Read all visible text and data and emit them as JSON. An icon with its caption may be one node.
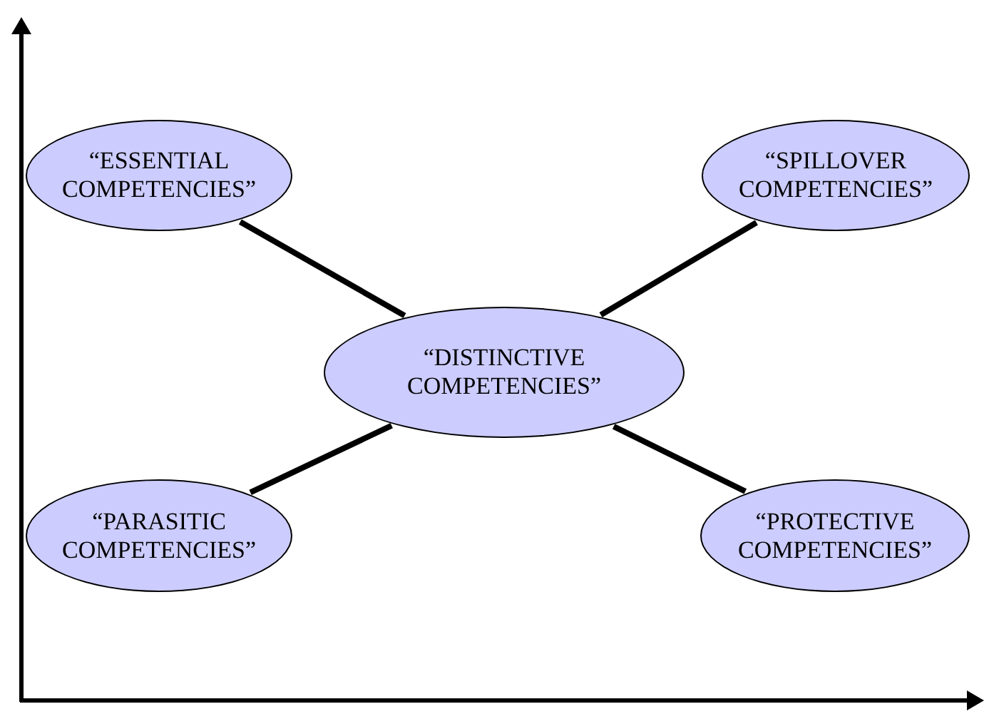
{
  "diagram": {
    "nodes": [
      {
        "text": [
          "“ESSENTIAL COMPETENCIES”"
        ]
      },
      {
        "text": [
          "“SPILLOVER COMPETENCIES”"
        ]
      },
      {
        "text": [
          "“DISTINCTIVE COMPETENCIES”"
        ]
      },
      {
        "text": [
          "“PARASITIC COMPETENCIES”"
        ]
      },
      {
        "text": [
          "“PROTECTIVE COMPETENCIES”"
        ]
      }
    ],
    "edges": [
      {
        "from": 2,
        "to": 0,
        "arrow": "none"
      },
      {
        "from": 2,
        "to": 1,
        "arrow": "none"
      },
      {
        "from": 2,
        "to": 3,
        "arrow": "none"
      },
      {
        "from": 2,
        "to": 4,
        "arrow": "none"
      }
    ]
  }
}
